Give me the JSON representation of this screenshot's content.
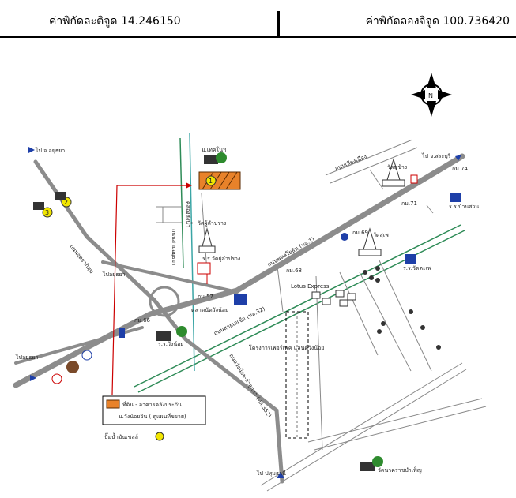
{
  "header": {
    "latitude_label": "ค่าพิกัดละติจูด",
    "latitude_value": "14.246150",
    "longitude_label": "ค่าพิกัดลองจิจูด",
    "longitude_value": "100.736420"
  },
  "compass": {
    "label": "N"
  },
  "places": {
    "to_top_left": "ไป จ.อยุธยา",
    "to_top_right": "ไป จ.สระบุรี",
    "to_left_mid": "ไปอยุธยา",
    "to_left_bottom": "ไปอยุธยา",
    "to_bottom": "ไป ปทุมธานี",
    "univ": "ม.เทคโนฯ",
    "wat1": "วัดผู้ลำปราง",
    "wat2": "วัดหูช้าง",
    "wat3": "วัดสุเพ",
    "school1": "ร.ร.วัดผู้ลำปราง",
    "market": "ตลาดนัดวังน้อย",
    "school2": "ร.ร.วัดตะเพ",
    "school3": "ร.ร.บ้านสวน",
    "school4": "ร.ร.วังน้อย",
    "temple_bottom": "วัดนาคราชบำเพ็ญ",
    "project": "โครงการเพอร์เฟค แลนด์วังน้อย",
    "lotus": "Lotus Express",
    "km57": "กม.57",
    "km66": "กม.66",
    "km68": "กม.68",
    "km69": "กม.69",
    "km71": "กม.71",
    "km74": "กม.74",
    "road_phahon": "ถนนพหลโยธิน (ทล.1)",
    "road_32": "ถนนสายเอเชีย (ทล.32)",
    "road_uttaraphimuk": "ถนนอุตราภิมุข",
    "road_352": "ถนนวังน้อย-ลำลูกกา (ทล.352)",
    "road_bypass": "ถนนเลี่ยงเมือง",
    "road_local": "ถนนสายอยุธยา",
    "canal": "คลองส่งน้ำ"
  },
  "legend": {
    "site_line1": "ที่ดิน - อาคารคลังประกัน",
    "site_line2": "ม.วังน้อยอิน ( ดูแผนที่ขยาย)",
    "gas": "ปั๊มน้ำมันเชลล์"
  },
  "markers": {
    "m1": "1",
    "m2": "2",
    "m3": "3"
  },
  "colors": {
    "road": "#8c8c8c",
    "rail": "#2e8b57",
    "canal": "#3aa5a5",
    "route": "#cc0000",
    "site": "#e8822a",
    "marker": "#f2e600",
    "building": "#1e3fa8"
  }
}
